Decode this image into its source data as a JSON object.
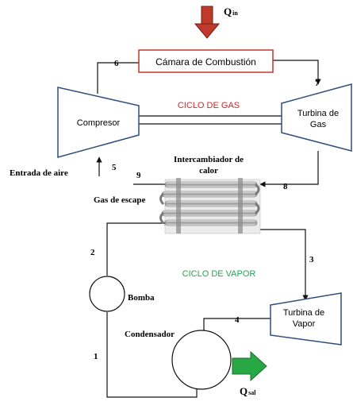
{
  "heat_in": {
    "label": "Q",
    "sub": "in"
  },
  "heat_out": {
    "label": "Q",
    "sub": "sal"
  },
  "combustion_chamber": "Cámara de Combustión",
  "gas_cycle_label": "CICLO DE GAS",
  "vapor_cycle_label": "CICLO DE VAPOR",
  "compressor": "Compresor",
  "gas_turbine": [
    "Turbina de",
    "Gas"
  ],
  "air_inlet": "Entrada de aire",
  "exhaust": "Gas de escape",
  "heat_exchanger": [
    "Intercambiador de",
    "calor"
  ],
  "pump": "Bomba",
  "condenser": "Condensador",
  "vapor_turbine": [
    "Turbina de",
    "Vapor"
  ],
  "state_points": [
    "1",
    "2",
    "3",
    "4",
    "5",
    "6",
    "7",
    "8",
    "9"
  ],
  "colors": {
    "heat_in_arrow": "#c0392b",
    "heat_out_arrow": "#27a844",
    "gas_cycle": "#e02020",
    "vapor_cycle": "#1fa84a",
    "combustion_border": "#c0392b"
  }
}
